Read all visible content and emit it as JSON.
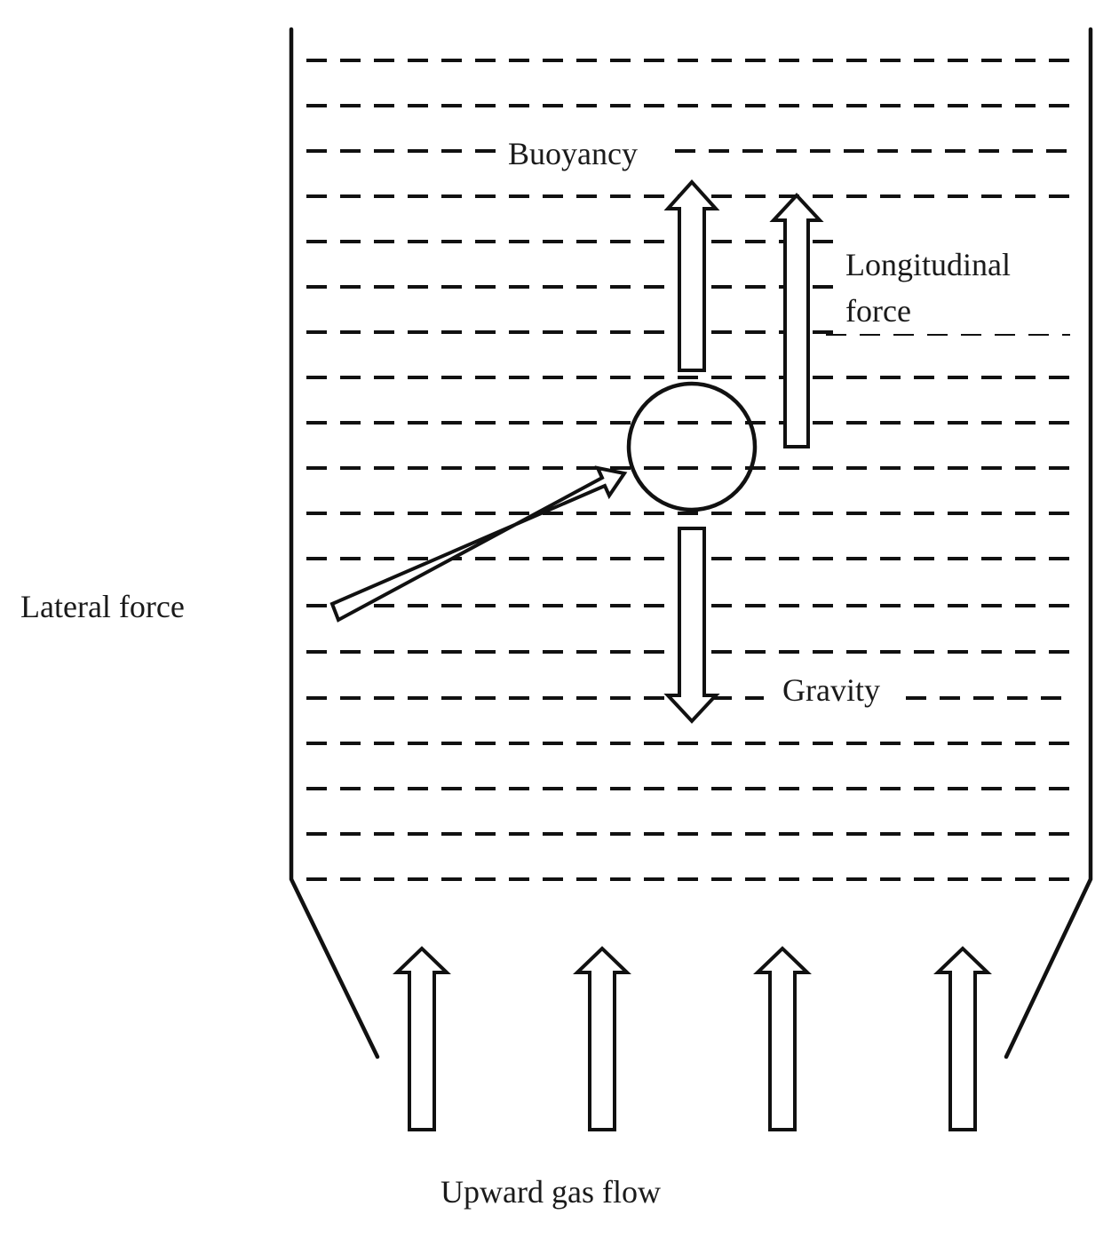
{
  "labels": {
    "buoyancy": "Buoyancy",
    "longitudinal_line1": "Longitudinal",
    "longitudinal_line2": "force",
    "lateral": "Lateral force",
    "gravity": "Gravity",
    "upward_gas_flow": "Upward gas flow"
  }
}
